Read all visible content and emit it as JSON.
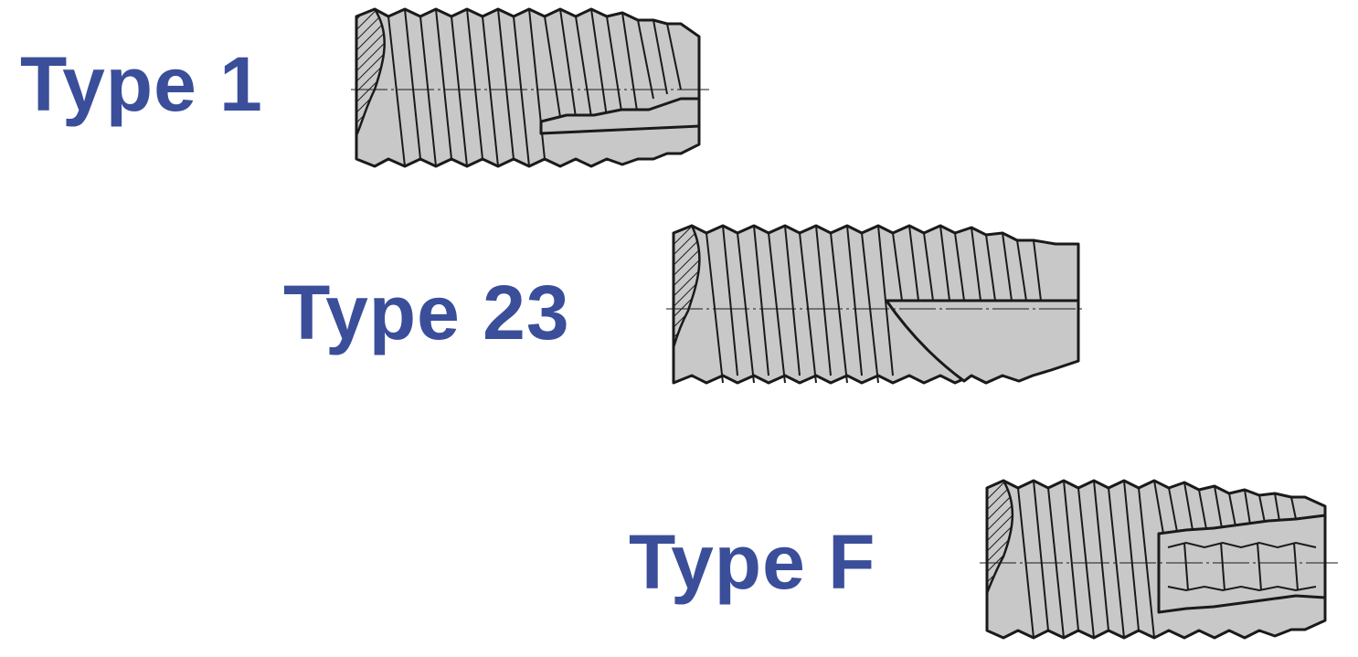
{
  "diagram": {
    "items": [
      {
        "label": "Type 1"
      },
      {
        "label": "Type 23"
      },
      {
        "label": "Type F"
      }
    ],
    "colors": {
      "label_text": "#3a4e9a",
      "insert_fill": "#c8c8c8",
      "outline": "#1a1a1a",
      "background": "#ffffff"
    }
  }
}
